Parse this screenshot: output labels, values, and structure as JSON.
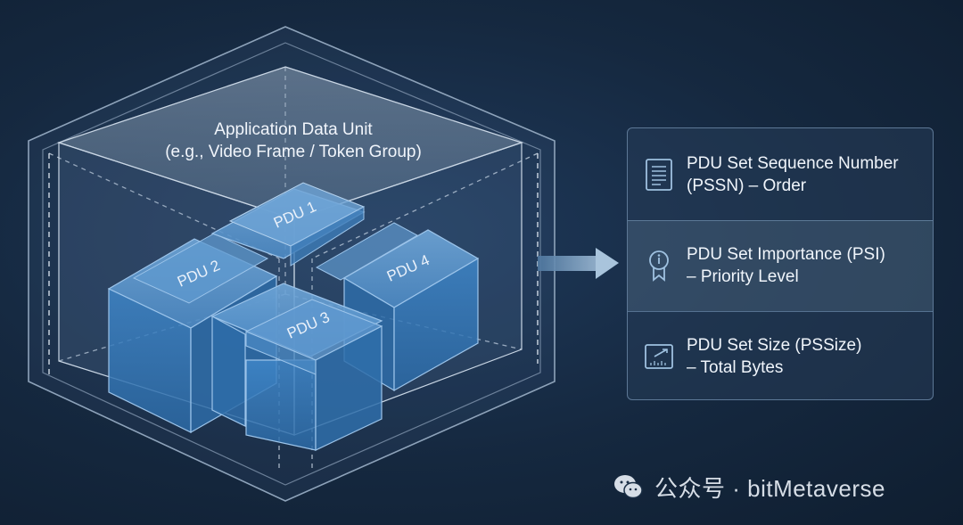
{
  "diagram": {
    "adu_title_line1": "Application Data Unit",
    "adu_title_line2": "(e.g., Video Frame / Token Group)",
    "pdus": [
      "PDU 1",
      "PDU 2",
      "PDU 3",
      "PDU 4"
    ]
  },
  "info_panel": {
    "rows": [
      {
        "line1": "PDU Set Sequence Number",
        "line2": "(PSSN) – Order",
        "icon": "document-list-icon"
      },
      {
        "line1": "PDU Set Importance (PSI)",
        "line2": "– Priority Level",
        "icon": "award-ribbon-icon"
      },
      {
        "line1": "PDU Set Size (PSSize)",
        "line2": "– Total Bytes",
        "icon": "size-gauge-icon"
      }
    ]
  },
  "watermark": {
    "text": "公众号 · bitMetaverse",
    "icon": "wechat-icon"
  },
  "colors": {
    "background": "#15283f",
    "pdu_fill": "#3a78b5",
    "panel_border": "#5d7896"
  }
}
